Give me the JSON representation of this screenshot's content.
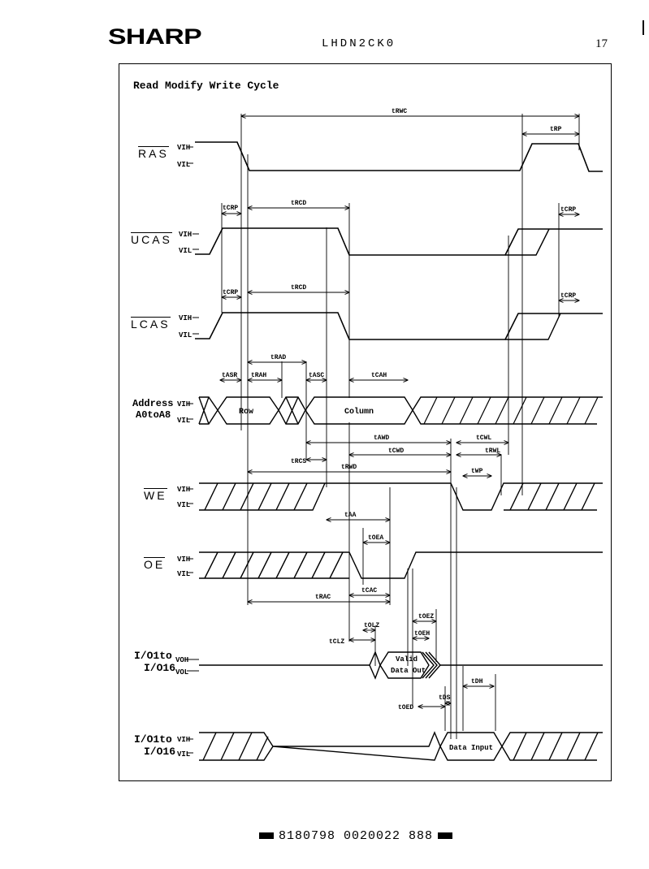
{
  "header": {
    "logo": "SHARP",
    "doc_id": "LHDN2CK0",
    "page_number": "17"
  },
  "figure": {
    "title": "Read Modify Write Cycle",
    "signals": {
      "ras": "RAS",
      "ucas": "UCAS",
      "lcas": "LCAS",
      "address": "Address",
      "address_sub": "A0toA8",
      "we": "WE",
      "oe": "OE",
      "io_out_1": "I/O1to",
      "io_out_2": "I/O16",
      "io_in_1": "I/O1to",
      "io_in_2": "I/O16"
    },
    "levels": {
      "vih": "VIH",
      "vil": "VIL",
      "voh": "VOH",
      "vol": "VOL"
    },
    "data_boxes": {
      "row": "Row",
      "column": "Column",
      "valid_1": "Valid",
      "valid_2": "Data Out",
      "data_input": "Data Input"
    },
    "timing": {
      "trwc": "tRWC",
      "trp": "tRP",
      "tcrp": "tCRP",
      "trcd": "tRCD",
      "trad": "tRAD",
      "tasr": "tASR",
      "trah": "tRAH",
      "tasc": "tASC",
      "tcah": "tCAH",
      "tawd": "tAWD",
      "tcwl": "tCWL",
      "tcwd": "tCWD",
      "trwl": "tRWL",
      "trcs": "tRCS",
      "trwd": "tRWD",
      "twp": "tWP",
      "taa": "tAA",
      "toea": "tOEA",
      "tcac": "tCAC",
      "trac": "tRAC",
      "toez": "tOEZ",
      "tolz": "tOLZ",
      "toeh": "tOEH",
      "tclz": "tCLZ",
      "tdh": "tDH",
      "tds": "tDS",
      "toed": "tOED"
    }
  },
  "footer": {
    "barcode": "8180798 0020022 888"
  }
}
